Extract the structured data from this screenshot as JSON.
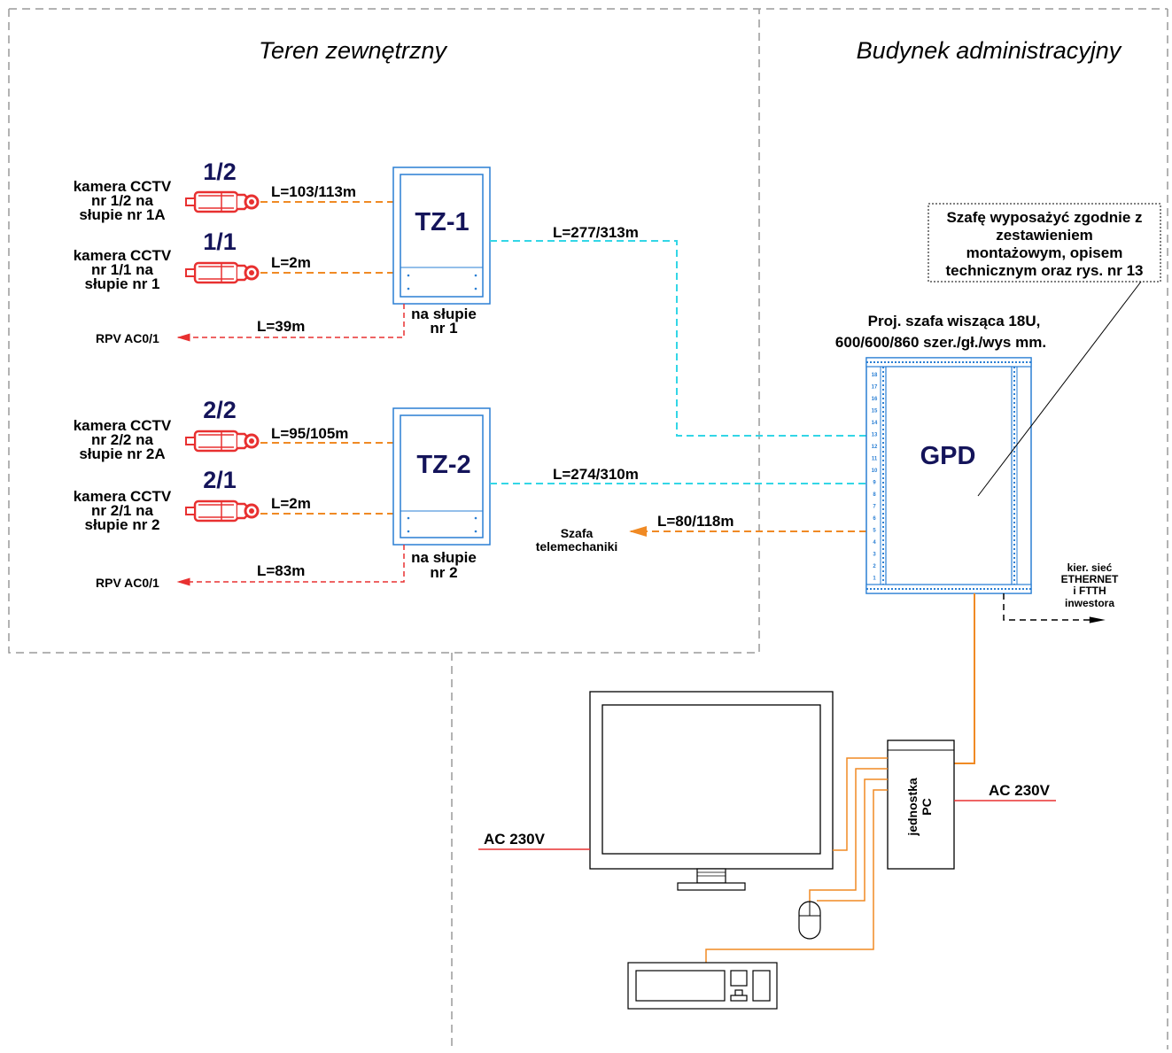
{
  "zones": {
    "outdoor": "Teren zewnętrzny",
    "building": "Budynek administracyjny"
  },
  "cameras": [
    {
      "num": "1/2",
      "l1": "kamera CCTV",
      "l2": "nr 1/2 na",
      "l3": "słupie nr 1A",
      "cable": "L=103/113m"
    },
    {
      "num": "1/1",
      "l1": "kamera CCTV",
      "l2": "nr 1/1 na",
      "l3": "słupie nr 1",
      "cable": "L=2m"
    },
    {
      "num": "2/2",
      "l1": "kamera CCTV",
      "l2": "nr 2/2 na",
      "l3": "słupie nr 2A",
      "cable": "L=95/105m"
    },
    {
      "num": "2/1",
      "l1": "kamera CCTV",
      "l2": "nr 2/1 na",
      "l3": "słupie nr 2",
      "cable": "L=2m"
    }
  ],
  "cabinets": [
    {
      "title": "TZ-1",
      "loc1": "na słupie",
      "loc2": "nr 1",
      "rpv": "RPV AC0/1",
      "rpv_len": "L=39m",
      "fiber_len": "L=277/313m"
    },
    {
      "title": "TZ-2",
      "loc1": "na słupie",
      "loc2": "nr 2",
      "rpv": "RPV AC0/1",
      "rpv_len": "L=83m",
      "fiber_len": "L=274/310m"
    }
  ],
  "gpd": {
    "title": "GPD",
    "spec1": "Proj. szafa wisząca 18U,",
    "spec2": "600/600/860 szer./gł./wys mm.",
    "note": [
      "Szafę wyposażyć zgodnie z",
      "zestawieniem",
      "montażowym, opisem",
      "technicznym oraz rys. nr 13"
    ],
    "rack_units": [
      "18",
      "17",
      "16",
      "15",
      "14",
      "13",
      "12",
      "11",
      "10",
      "9",
      "8",
      "7",
      "6",
      "5",
      "4",
      "3",
      "2",
      "1"
    ]
  },
  "telemechanika": {
    "l1": "Szafa",
    "l2": "telemechaniki",
    "len": "L=80/118m"
  },
  "ethernet": [
    "kier. sieć",
    "ETHERNET",
    "i FTTH",
    "inwestora"
  ],
  "pc": {
    "label1": "jednostka",
    "label2": "PC",
    "ac": "AC 230V"
  },
  "monitor": {
    "ac": "AC 230V"
  },
  "colors": {
    "fiber": "#33d6e6",
    "copper": "#f08a24",
    "power": "#e83030",
    "zone": "#9a9a9a",
    "box": "#2a7fd4",
    "camera": "#e83030"
  }
}
